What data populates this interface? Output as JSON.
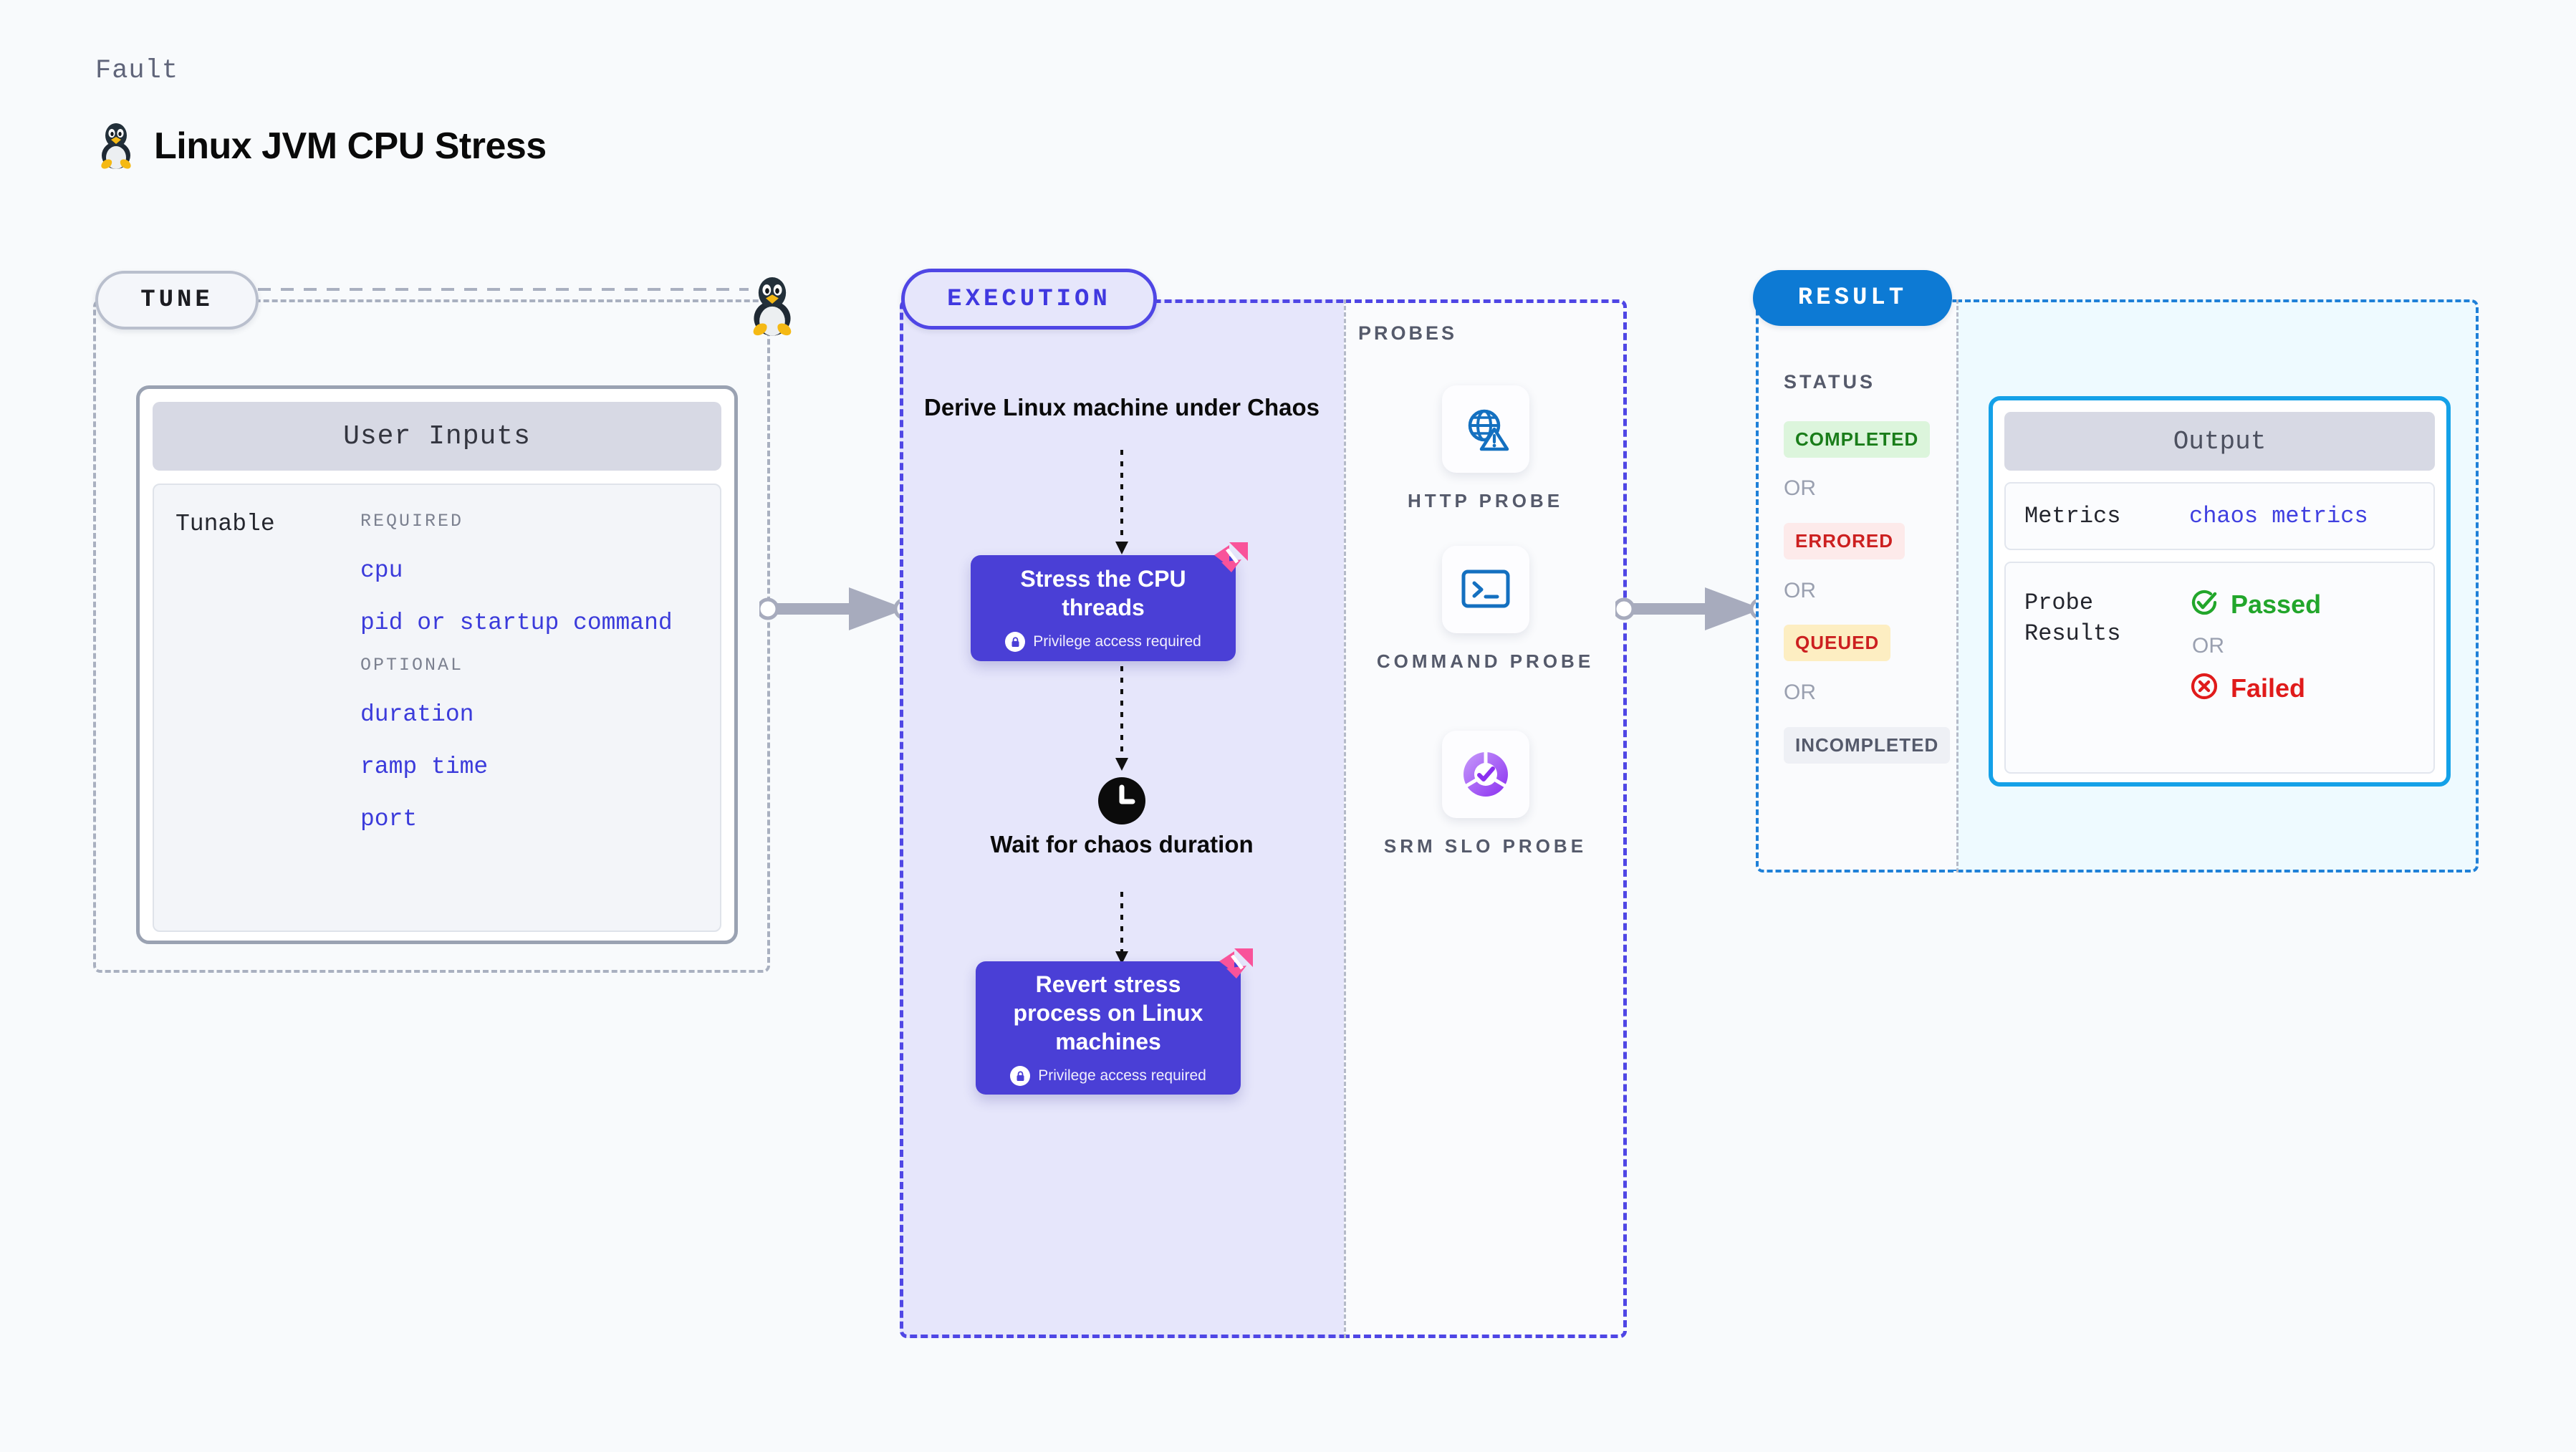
{
  "header": {
    "eyebrow": "Fault",
    "title": "Linux JVM CPU Stress",
    "icon": "tux-penguin-icon"
  },
  "tune": {
    "pill_label": "TUNE",
    "side_icon": "tux-penguin-icon",
    "card": {
      "header": "User Inputs",
      "row_label": "Tunable",
      "groups": [
        {
          "title": "REQUIRED",
          "items": [
            "cpu",
            "pid or startup command"
          ]
        },
        {
          "title": "OPTIONAL",
          "items": [
            "duration",
            "ramp time",
            "port"
          ]
        }
      ]
    }
  },
  "execution": {
    "pill_label": "EXECUTION",
    "start_label": "Derive Linux machine under Chaos",
    "nodes": [
      {
        "title": "Stress the CPU threads",
        "privilege_note": "Privilege access required",
        "badge": "litmus-logo-icon",
        "lock_icon": "lock-icon"
      },
      {
        "title": "Revert stress process on Linux machines",
        "privilege_note": "Privilege access required",
        "badge": "litmus-logo-icon",
        "lock_icon": "lock-icon"
      }
    ],
    "wait": {
      "icon": "clock-icon",
      "label": "Wait for chaos duration"
    }
  },
  "probes": {
    "section_label": "PROBES",
    "items": [
      {
        "name": "HTTP PROBE",
        "icon": "globe-alert-icon"
      },
      {
        "name": "COMMAND PROBE",
        "icon": "terminal-icon"
      },
      {
        "name": "SRM SLO PROBE",
        "icon": "slo-donut-check-icon"
      }
    ]
  },
  "result": {
    "pill_label": "RESULT",
    "status_label": "STATUS",
    "or_label": "OR",
    "statuses": [
      {
        "label": "COMPLETED",
        "bg": "#dcf5dc",
        "color": "#1a7d1a"
      },
      {
        "label": "ERRORED",
        "bg": "#fdeaea",
        "color": "#cc2020"
      },
      {
        "label": "QUEUED",
        "bg": "#fdeec2",
        "color": "#cc2020"
      },
      {
        "label": "INCOMPLETED",
        "bg": "#eef0f5",
        "color": "#555a6b"
      }
    ],
    "output": {
      "header": "Output",
      "metrics_key": "Metrics",
      "metrics_value": "chaos metrics",
      "probe_results_key": "Probe Results",
      "passed_label": "Passed",
      "failed_label": "Failed",
      "passed_icon": "check-circle-icon",
      "failed_icon": "x-circle-icon",
      "or_label": "OR"
    }
  },
  "connectors": {
    "tune_to_execution": "arrow-right-icon",
    "probes_to_result": "arrow-right-icon"
  },
  "colors": {
    "accent_purple": "#4a3fd6",
    "accent_blue": "#0d7ad4",
    "litmus_pink": "#f9539a",
    "probe_blue": "#1470c0",
    "slo_purple": "#9a4ff0"
  }
}
